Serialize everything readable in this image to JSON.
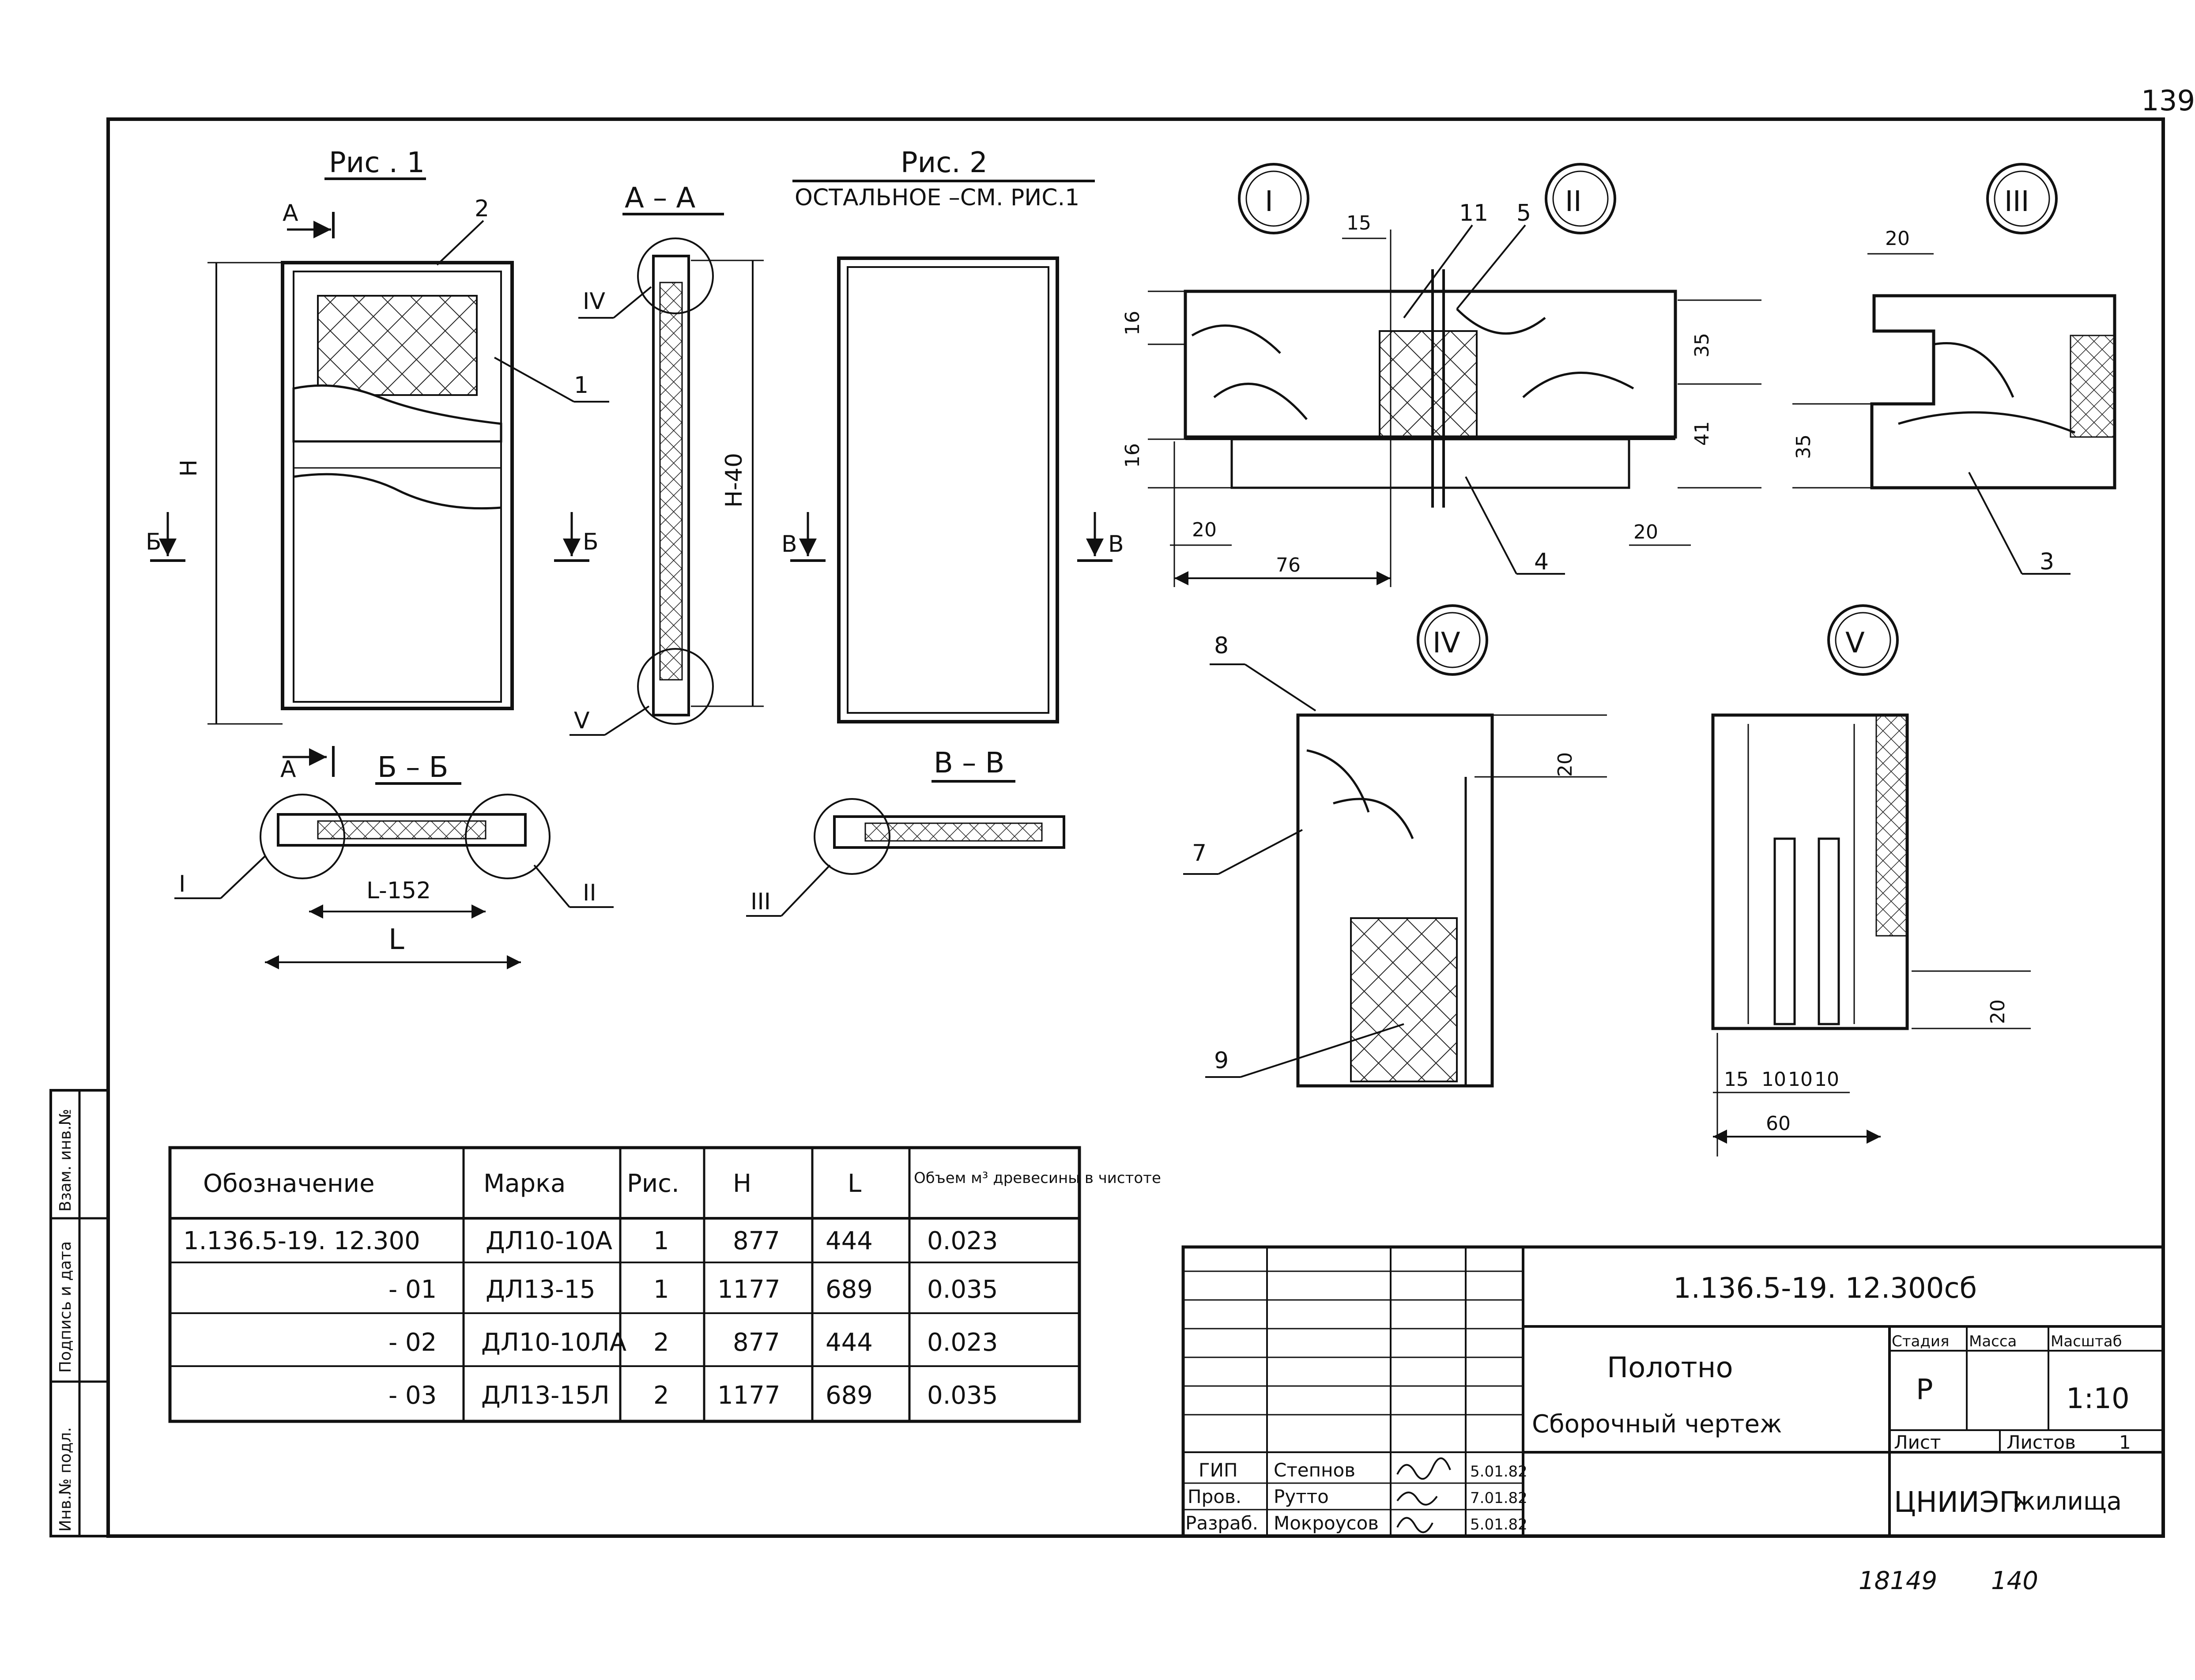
{
  "page": {
    "sheet_number": "139",
    "bottom_note_1": "18149",
    "bottom_note_2": "140"
  },
  "fig1": {
    "title": "Рис . 1",
    "section_a": "А",
    "section_b": "Б",
    "dim_h": "Н",
    "callouts": [
      "1",
      "2"
    ],
    "roman_i": "I",
    "roman_ii": "II"
  },
  "section_aa": {
    "title": "А – А",
    "dim": "Н-40",
    "roman_iv": "IV",
    "roman_v": "V"
  },
  "section_bb": {
    "title": "Б – Б",
    "dim_l152": "L-152",
    "dim_l": "L"
  },
  "fig2": {
    "title": "Рис. 2",
    "subtitle": "ОСТАЛЬНОЕ –СМ. РИС.1",
    "section_v": "В"
  },
  "section_vv": {
    "title": "В – В",
    "roman_iii": "III"
  },
  "details": {
    "i_ii": {
      "label_i": "I",
      "label_ii": "II",
      "dims": {
        "d15": "15",
        "d16a": "16",
        "d16b": "16",
        "d20a": "20",
        "d20b": "20",
        "d76": "76",
        "d35": "35",
        "d41": "41"
      },
      "callouts": {
        "c11": "11",
        "c5": "5",
        "c4": "4"
      }
    },
    "iii": {
      "label": "III",
      "dims": {
        "d20": "20",
        "d35": "35"
      },
      "callouts": {
        "c3": "3"
      }
    },
    "iv": {
      "label": "IV",
      "dims": {
        "d20": "20"
      },
      "callouts": {
        "c7": "7",
        "c8": "8",
        "c9": "9"
      }
    },
    "v": {
      "label": "V",
      "dims": {
        "d20": "20",
        "d15": "15",
        "d10a": "10",
        "d10b": "10",
        "d10c": "10",
        "d60": "60"
      }
    }
  },
  "spec_table": {
    "headers": [
      "Обозначение",
      "Марка",
      "Рис.",
      "Н",
      "L",
      "Объем м³ древесины в чистоте"
    ],
    "rows": [
      [
        "1.136.5-19. 12.300",
        "ДЛ10-10А",
        "1",
        "877",
        "444",
        "0.023"
      ],
      [
        "- 01",
        "ДЛ13-15",
        "1",
        "1177",
        "689",
        "0.035"
      ],
      [
        "- 02",
        "ДЛ10-10ЛА",
        "2",
        "877",
        "444",
        "0.023"
      ],
      [
        "- 03",
        "ДЛ13-15Л",
        "2",
        "1177",
        "689",
        "0.035"
      ]
    ]
  },
  "stamp": {
    "doc_code": "1.136.5-19.  12.300сб",
    "title_1": "Полотно",
    "title_2": "Сборочный   чертеж",
    "col_stage": "Стадия",
    "col_mass": "Масса",
    "col_scale": "Масштаб",
    "stage": "Р",
    "mass": "",
    "scale": "1:10",
    "sheet_label": "Лист",
    "sheets_label": "Листов",
    "sheets_count": "1",
    "org_1": "ЦНИИЭП",
    "org_2": "жилища",
    "people": [
      {
        "role": "ГИП",
        "name": "Степнов",
        "date": "5.01.82"
      },
      {
        "role": "Пров.",
        "name": "Рутто",
        "date": "7.01.82"
      },
      {
        "role": "Разраб.",
        "name": "Мокроусов",
        "date": "5.01.82"
      }
    ]
  },
  "left_margin": {
    "labels": [
      "Инв.№ подл.",
      "Подпись и дата",
      "Взам. инв.№"
    ]
  }
}
